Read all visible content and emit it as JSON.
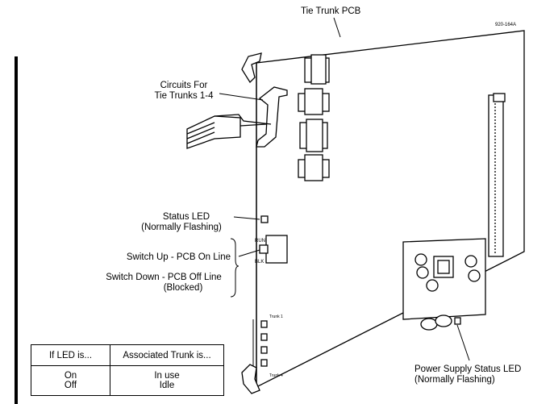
{
  "title": "Tie  Trunk PCB",
  "part_number": "920-164A",
  "callouts": {
    "circuits": [
      "Circuits For",
      "Tie Trunks 1-4"
    ],
    "status_led": [
      "Status LED",
      "(Normally Flashing)"
    ],
    "switch_up": "Switch Up - PCB On Line",
    "switch_down": [
      "Switch Down - PCB Off Line",
      "(Blocked)"
    ],
    "power_led": [
      "Power Supply Status LED",
      "(Normally Flashing)"
    ]
  },
  "board_labels": {
    "run": "RUN",
    "blk": "BLK",
    "trunk1": "Trunk 1",
    "trunk4": "Trunk 4"
  },
  "led_table": {
    "headers": [
      "If LED is...",
      "Associated Trunk is..."
    ],
    "col1": [
      "On",
      "Off"
    ],
    "col2": [
      "In use",
      "Idle"
    ]
  }
}
